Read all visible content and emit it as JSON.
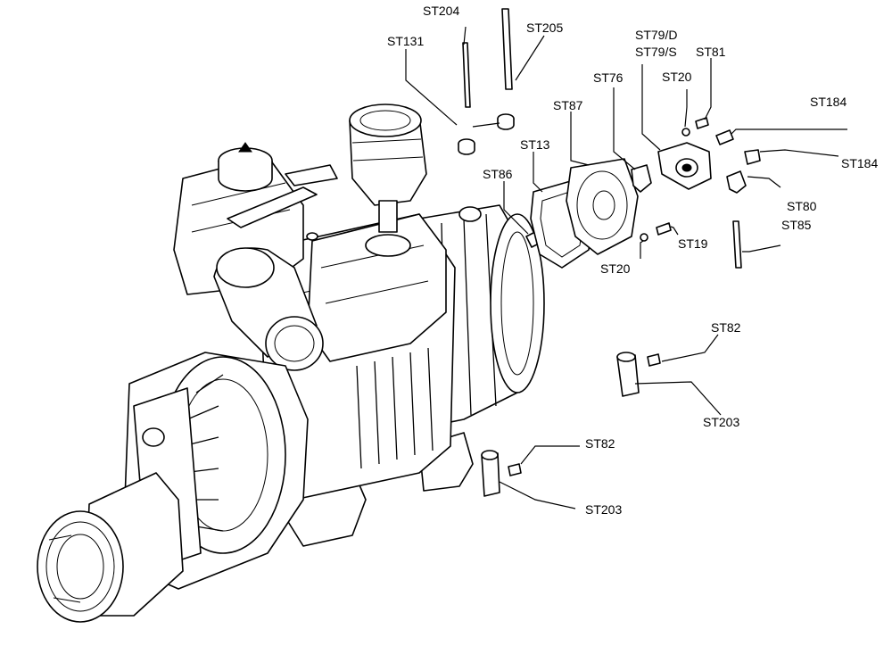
{
  "callouts": [
    {
      "id": "st204",
      "text": "ST204"
    },
    {
      "id": "st205",
      "text": "ST205"
    },
    {
      "id": "st131",
      "text": "ST131"
    },
    {
      "id": "st79d",
      "text": "ST79/D"
    },
    {
      "id": "st79s",
      "text": "ST79/S"
    },
    {
      "id": "st20a",
      "text": "ST20"
    },
    {
      "id": "st81",
      "text": "ST81"
    },
    {
      "id": "st76",
      "text": "ST76"
    },
    {
      "id": "st87",
      "text": "ST87"
    },
    {
      "id": "st13",
      "text": "ST13"
    },
    {
      "id": "st86",
      "text": "ST86"
    },
    {
      "id": "st184a",
      "text": "ST184"
    },
    {
      "id": "st184b",
      "text": "ST184"
    },
    {
      "id": "st80",
      "text": "ST80"
    },
    {
      "id": "st85",
      "text": "ST85"
    },
    {
      "id": "st19",
      "text": "ST19"
    },
    {
      "id": "st20b",
      "text": "ST20"
    },
    {
      "id": "st82a",
      "text": "ST82"
    },
    {
      "id": "st203a",
      "text": "ST203"
    },
    {
      "id": "st82b",
      "text": "ST82"
    },
    {
      "id": "st203b",
      "text": "ST203"
    }
  ]
}
